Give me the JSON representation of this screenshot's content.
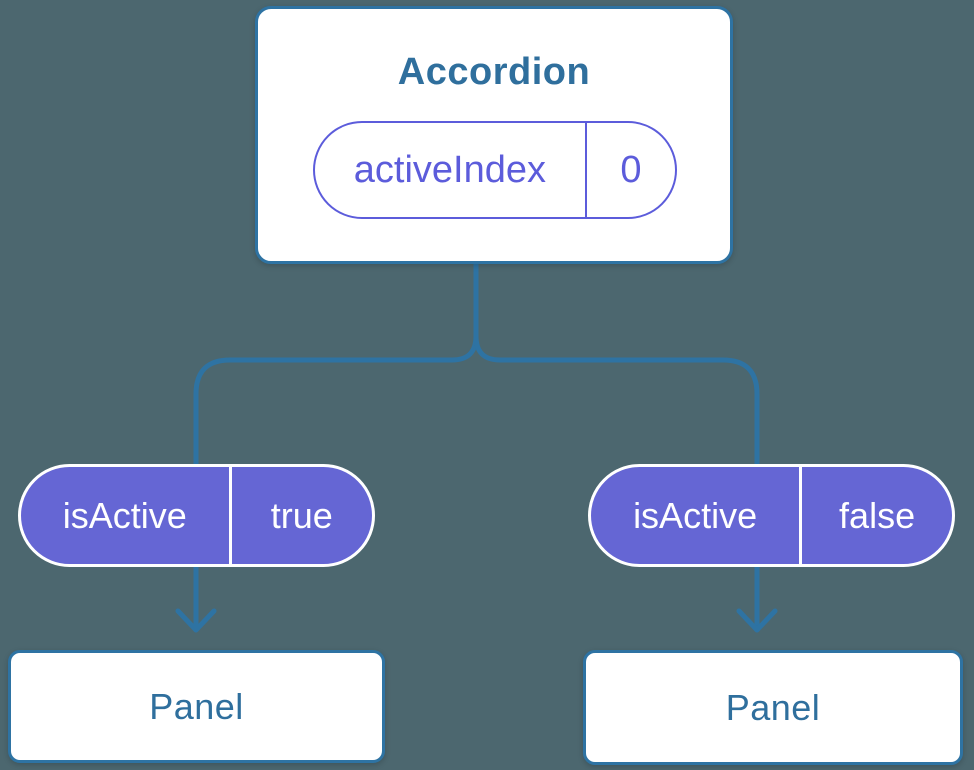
{
  "colors": {
    "background": "#4C676F",
    "line-blue": "#2E73A3",
    "text-blue": "#2F6F9D",
    "purple-fill": "#6566D4",
    "purple-accent": "#5C5CDB",
    "pill-text": "#FFFFFF"
  },
  "accordion": {
    "title": "Accordion",
    "state": {
      "name": "activeIndex",
      "value": "0"
    }
  },
  "children": [
    {
      "prop": {
        "name": "isActive",
        "value": "true"
      },
      "label": "Panel"
    },
    {
      "prop": {
        "name": "isActive",
        "value": "false"
      },
      "label": "Panel"
    }
  ]
}
